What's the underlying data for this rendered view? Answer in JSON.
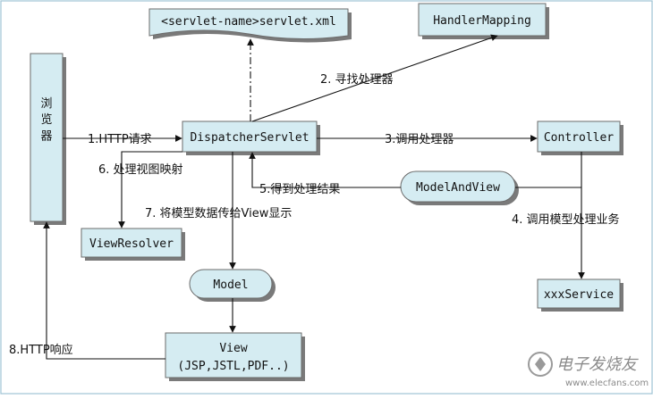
{
  "nodes": {
    "browser": "浏览器",
    "servlet_xml": "<servlet-name>servlet.xml",
    "handler_mapping": "HandlerMapping",
    "dispatcher": "DispatcherServlet",
    "controller": "Controller",
    "model_and_view": "ModelAndView",
    "view_resolver": "ViewResolver",
    "model": "Model",
    "view_line1": "View",
    "view_line2": "(JSP,JSTL,PDF..)",
    "xxx_service": "xxxService"
  },
  "edges": {
    "e1": "1.HTTP请求",
    "e2": "2. 寻找处理器",
    "e3": "3.调用处理器",
    "e4": "4. 调用模型处理业务",
    "e5": "5.得到处理结果",
    "e6": "6. 处理视图映射",
    "e7": "7. 将模型数据传给View显示",
    "e8": "8.HTTP响应"
  },
  "watermark": {
    "main": "电子发烧友",
    "url": "www.elecfans.com"
  }
}
